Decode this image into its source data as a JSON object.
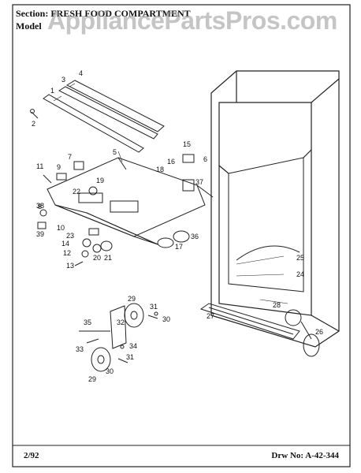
{
  "header": {
    "section_label": "Section:",
    "section_value": "FRESH FOOD COMPARTMENT",
    "model_label": "Model"
  },
  "watermark": "AppliancePartsPros.com",
  "footer": {
    "date": "2/92",
    "drawing_label": "Drw No:",
    "drawing_number": "A-42-344"
  },
  "callouts": [
    "1",
    "2",
    "3",
    "4",
    "5",
    "6",
    "7",
    "8",
    "9",
    "10",
    "11",
    "12",
    "13",
    "14",
    "15",
    "16",
    "17",
    "18",
    "19",
    "20",
    "21",
    "22",
    "23",
    "24",
    "25",
    "26",
    "27",
    "28",
    "29",
    "29",
    "30",
    "30",
    "31",
    "31",
    "32",
    "33",
    "34",
    "35",
    "36",
    "37",
    "38",
    "39"
  ]
}
